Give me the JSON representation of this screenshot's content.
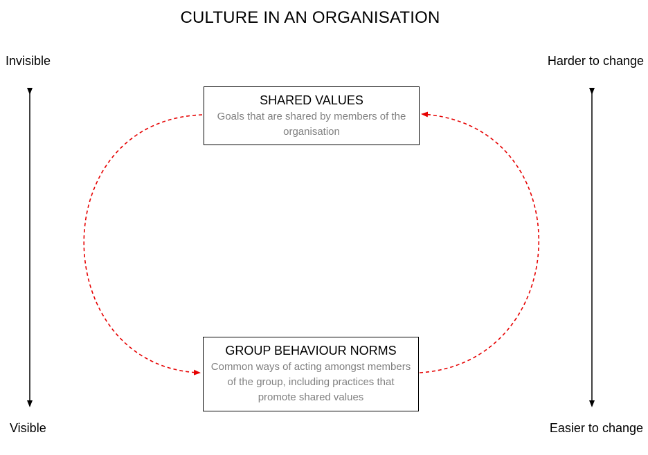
{
  "title": "CULTURE IN AN ORGANISATION",
  "left_axis": {
    "top_label": "Invisible",
    "bottom_label": "Visible"
  },
  "right_axis": {
    "top_label": "Harder to change",
    "bottom_label": "Easier to change"
  },
  "boxes": {
    "shared_values": {
      "title": "SHARED VALUES",
      "description": "Goals that are shared by members of the organisation"
    },
    "group_norms": {
      "title": "GROUP BEHAVIOUR NORMS",
      "description": "Common ways of acting amongst members of the group, including practices that promote shared values"
    }
  },
  "colors": {
    "cycle_arrow": "#e60000",
    "axis_arrow": "#000000",
    "description_text": "#808080"
  }
}
